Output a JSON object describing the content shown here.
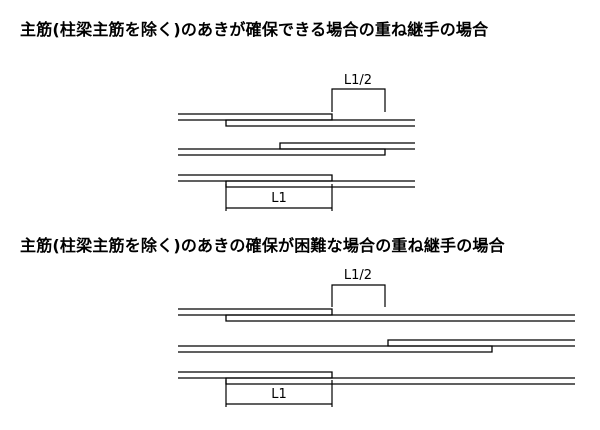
{
  "titles": {
    "spacing_ensured": "主筋(柱梁主筋を除く)のあきが確保できる場合の重ね継手の場合",
    "spacing_difficult": "主筋(柱梁主筋を除く)のあきの確保が困難な場合の重ね継手の場合"
  },
  "diagram_spacing_ensured": {
    "offset_label": "L1/2",
    "lap_label": "L1"
  },
  "diagram_spacing_difficult": {
    "offset_label": "L1/2",
    "lap_label": "L1"
  },
  "colors": {
    "line": "#000000",
    "background": "#ffffff"
  }
}
